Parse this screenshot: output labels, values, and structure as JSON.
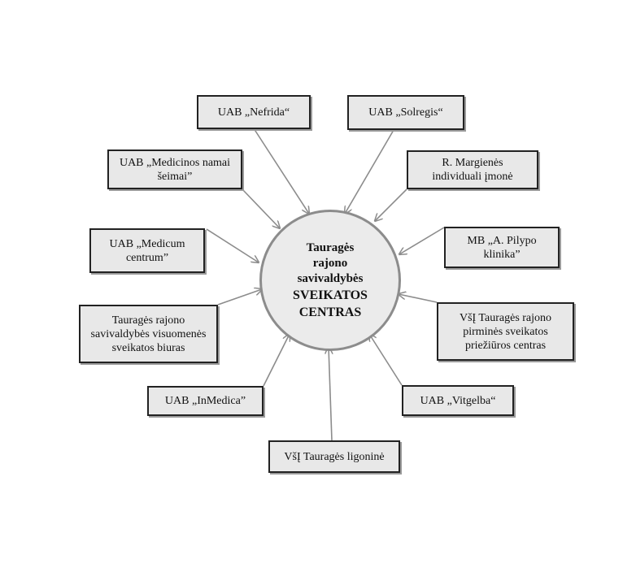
{
  "center": {
    "line1": "Tauragės\nrajono\nsavivaldybės",
    "line2": "SVEIKATOS\nCENTRAS"
  },
  "nodes": {
    "nefrida": "UAB „Nefrida“",
    "solregis": "UAB „Solregis“",
    "medicinos_namai": "UAB „Medicinos namai\nšeimai”",
    "margienes": "R. Margienės\nindividuali įmonė",
    "medicum": "UAB „Medicum\ncentrum”",
    "pilypo": "MB „A. Pilypo\nklinika”",
    "visuomenes": "Tauragės rajono\nsavivaldybės visuomenės\nsveikatos biuras",
    "pirmines": "VšĮ Tauragės rajono\npirminės sveikatos\npriežiūros centras",
    "inmedica": "UAB „InMedica”",
    "vitgelba": "UAB „Vitgelba“",
    "ligonine": "VšĮ Tauragės ligoninė"
  },
  "colors": {
    "box_fill": "#e8e8e8",
    "box_border": "#222222",
    "circle_border": "#8c8c8c",
    "arrow": "#8c8c8c"
  }
}
